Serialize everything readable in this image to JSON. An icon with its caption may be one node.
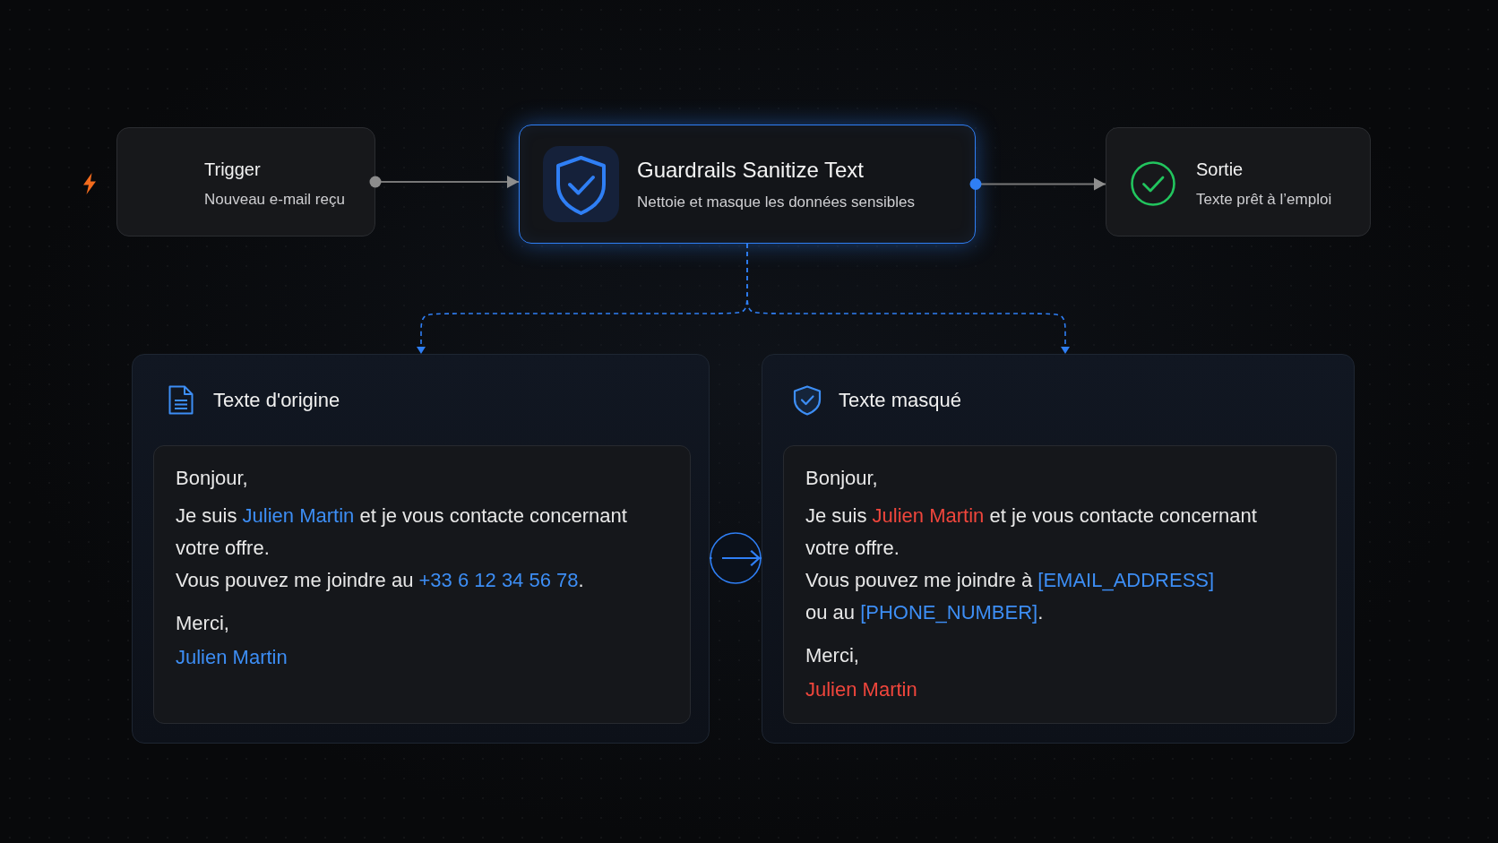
{
  "diagram": {
    "nodes": [
      {
        "text": [
          "Trigger",
          "Nouveau e-mail reçu"
        ]
      },
      {
        "text": [
          "Guardrails Sanitize Text",
          "Nettoie et masque les données sensibles"
        ]
      },
      {
        "text": [
          "Sortie",
          "Texte prêt à l’emploi"
        ]
      },
      {
        "text": [
          "Texte d'origine"
        ]
      },
      {
        "text": [
          "Bonjour,",
          "Je suis *Julien Martin* et je vous contacte concernant votre offre.",
          "Vous pouvez me joindre au *+33 6 12 34 56 78*.",
          "Merci,",
          "Julien Martin"
        ],
        "in": 3
      },
      {
        "text": [
          "Texte masqué"
        ]
      },
      {
        "text": [
          "Bonjour,",
          "Je suis **Julien Martin** et je vous contacte concernant votre offre.",
          "Vous pouvez me joindre à *[EMAIL_ADDRESS]* ou au *[PHONE_NUMBER]*.",
          "Merci,",
          "Julien Martin"
        ],
        "in": 5
      }
    ],
    "edges": [
      {
        "from": 0,
        "to": 1,
        "arrow": "to",
        "color": "#777777"
      },
      {
        "from": 1,
        "to": 2,
        "arrow": "to",
        "color": "#777777"
      },
      {
        "from": 1,
        "to": 3,
        "arrow": "to",
        "style": "dashed"
      },
      {
        "from": 1,
        "to": 5,
        "arrow": "to",
        "style": "dashed"
      },
      {
        "from": 3,
        "to": 5,
        "arrow": "to"
      }
    ]
  }
}
